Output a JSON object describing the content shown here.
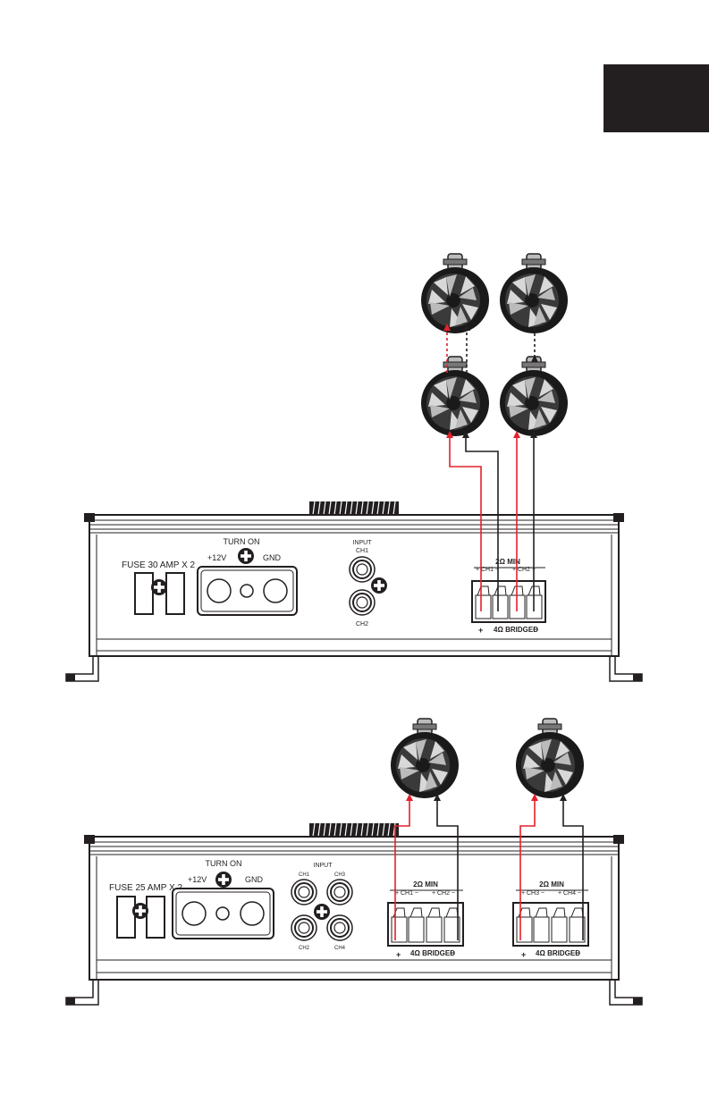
{
  "colors": {
    "positive_wire": "#e4202a",
    "negative_wire": "#231f20",
    "tab": "#231f20",
    "chassis_stroke": "#231f20"
  },
  "amp2": {
    "fuse_label": "FUSE 30 AMP X 2",
    "turn_on_label": "TURN ON",
    "plus12v_label": "+12V",
    "gnd_label": "GND",
    "input_label": "INPUT",
    "ch1_label": "CH1",
    "ch2_label": "CH2",
    "min_label": "2Ω MIN",
    "out_ch1_label": "+ CH1 −",
    "out_ch2_label": "+ CH2 −",
    "bridged_label": "4Ω BRIDGED",
    "plus_sign": "+",
    "minus_sign": "−"
  },
  "amp4": {
    "fuse_label": "FUSE 25 AMP X 2",
    "turn_on_label": "TURN ON",
    "plus12v_label": "+12V",
    "gnd_label": "GND",
    "input_label": "INPUT",
    "ch1_label": "CH1",
    "ch2_label": "CH2",
    "ch3_label": "CH3",
    "ch4_label": "CH4",
    "min_label_a": "2Ω MIN",
    "min_label_b": "2Ω MIN",
    "out_ch1_label": "+ CH1 −",
    "out_ch2_label": "+ CH2 −",
    "out_ch3_label": "+ CH3 −",
    "out_ch4_label": "+ CH4 −",
    "bridged_label_a": "4Ω BRIDGED",
    "bridged_label_b": "4Ω BRIDGED",
    "plus_sign": "+",
    "minus_sign": "−"
  },
  "icons": {
    "speaker": "wakeboard-tower-speaker-icon",
    "ground_screw": "screw-plus-icon"
  }
}
